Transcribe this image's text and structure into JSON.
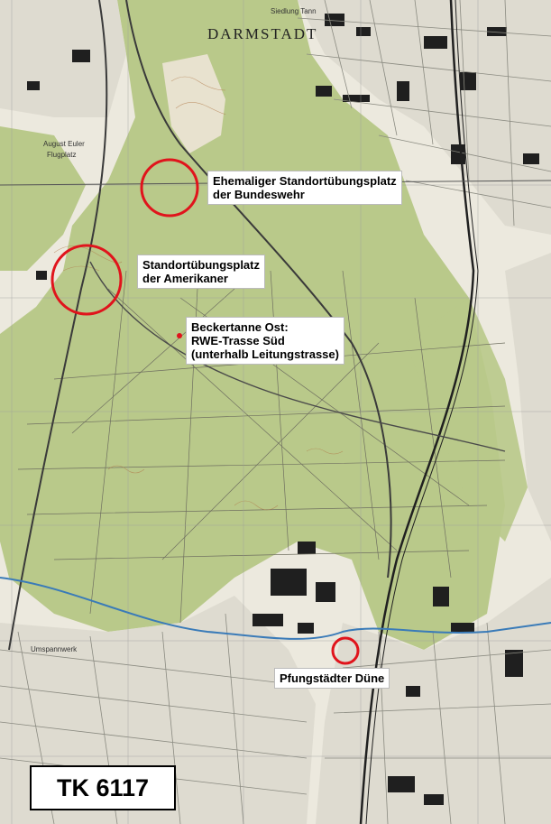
{
  "map": {
    "city_label": "DARMSTADT",
    "small_labels": {
      "siedlung_tann": "Siedlung Tann",
      "august_euler": "August Euler",
      "flugplatz": "Flugplatz",
      "umspannwerk": "Umspannwerk"
    },
    "annotations": [
      {
        "id": "bundeswehr",
        "lines": [
          "Ehemaliger Standortübungsplatz",
          "der Bundeswehr"
        ]
      },
      {
        "id": "amerikaner",
        "lines": [
          "Standortübungsplatz",
          "der Amerikaner"
        ]
      },
      {
        "id": "beckertanne",
        "lines": [
          "Beckertanne Ost:",
          "RWE-Trasse Süd",
          "(unterhalb Leitungstrasse)"
        ]
      },
      {
        "id": "duene",
        "lines": [
          "Pfungstädter Düne"
        ]
      }
    ],
    "sheet_label": "TK 6117",
    "colors": {
      "forest": "#b9c98a",
      "urban": "#e9e6dc",
      "circle": "#e0141c",
      "marker": "#e0141c"
    }
  }
}
